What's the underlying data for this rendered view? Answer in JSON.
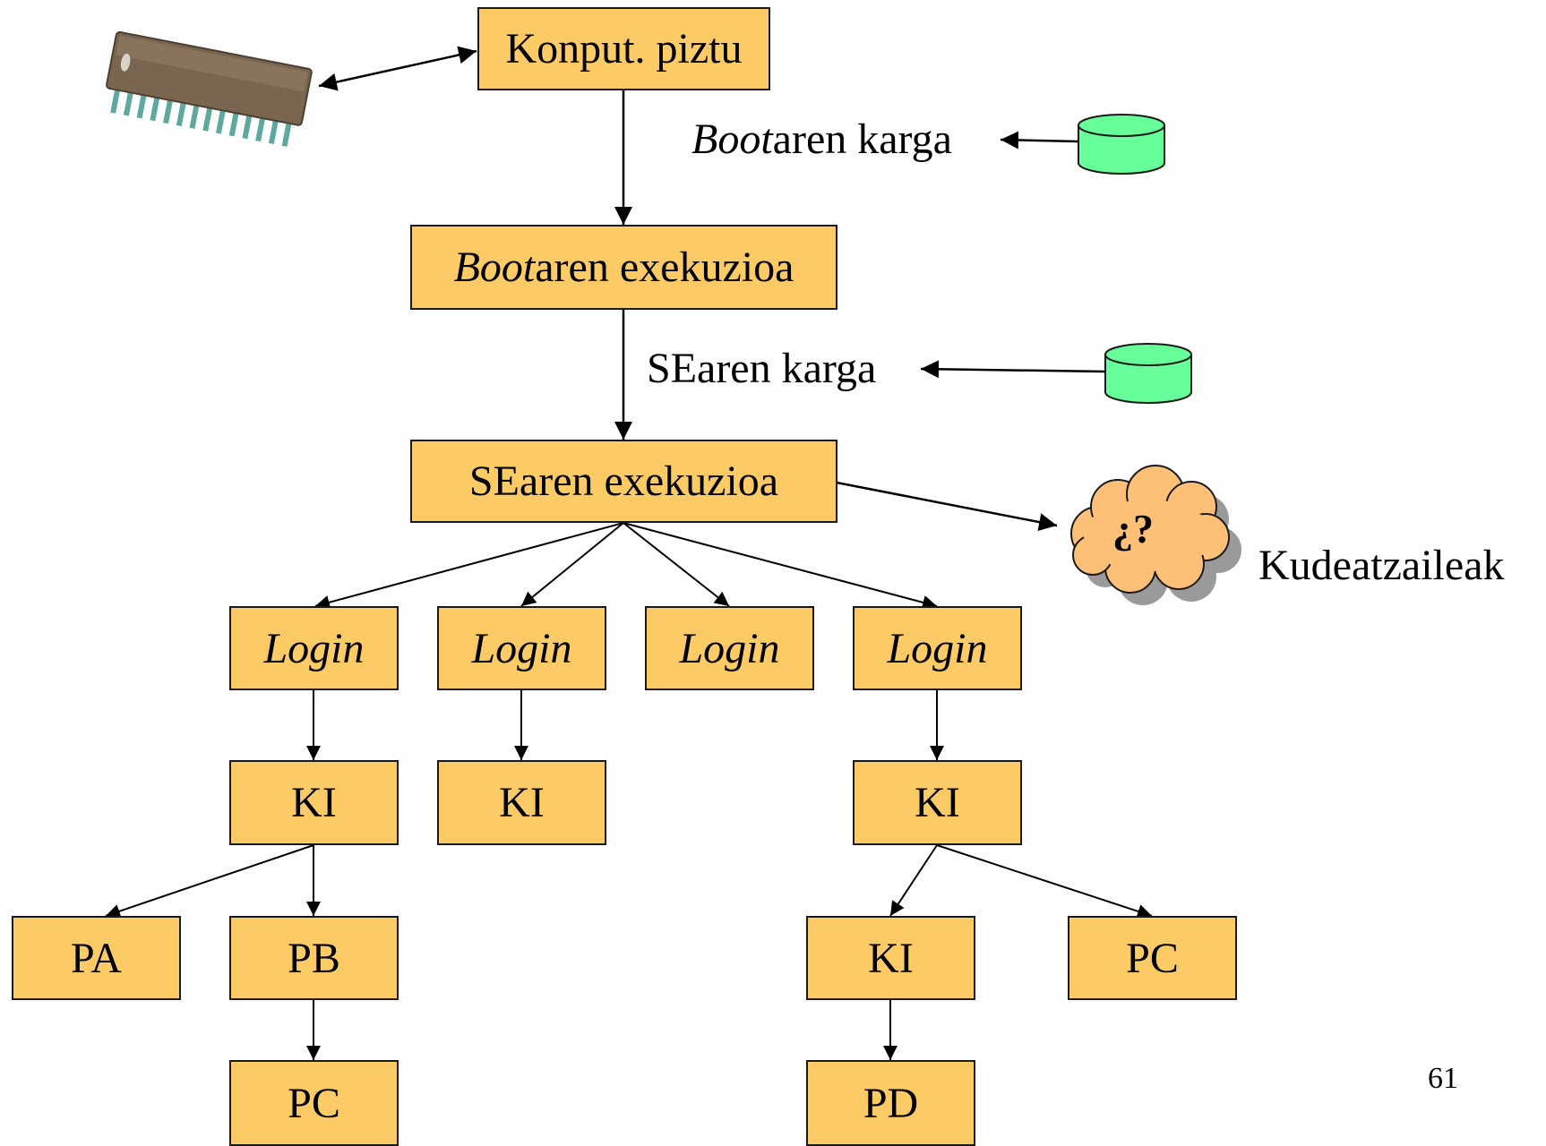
{
  "colors": {
    "box_fill": "#fdcb66",
    "cylinder_fill": "#66ff99",
    "cloud_fill": "#fdc076",
    "cloud_shadow": "#9a9a9a"
  },
  "icons": {
    "chip": "memory-chip-icon",
    "disk": "disk-cylinder-icon",
    "cloud": "cloud-icon"
  },
  "nodes": {
    "power_on": "Konput. piztu",
    "boot_exec_italic": "Boot",
    "boot_exec_rest": "aren exekuzioa",
    "os_exec": "SEaren exekuzioa",
    "login": "Login",
    "ki": "KI",
    "pa": "PA",
    "pb": "PB",
    "pc": "PC",
    "pd": "PD"
  },
  "labels": {
    "boot_load_italic": "Boot",
    "boot_load_rest": "aren karga",
    "os_load": "SEaren karga",
    "cloud_text": "¿?",
    "managers": "Kudeatzaileak"
  },
  "page_number": "61"
}
